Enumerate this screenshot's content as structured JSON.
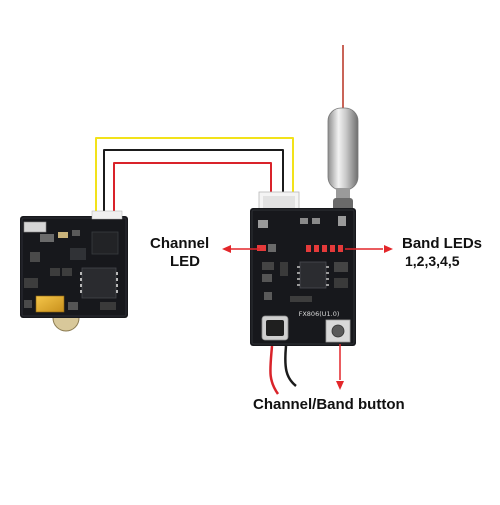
{
  "annotations": {
    "channel_led": {
      "line1": "Channel",
      "line2": "LED"
    },
    "band_leds": {
      "line1": "Band LEDs",
      "line2": "1,2,3,4,5"
    },
    "channel_band_button": {
      "label": "Channel/Band button"
    }
  },
  "board_marking": "FX806(U1.0)",
  "colors": {
    "arrow": "#e3262a",
    "wire_yellow": "#f2e21a",
    "wire_red": "#d9232a",
    "wire_black": "#1b1b1b",
    "pcb": "#17181c",
    "led_red": "#e53a3a"
  }
}
